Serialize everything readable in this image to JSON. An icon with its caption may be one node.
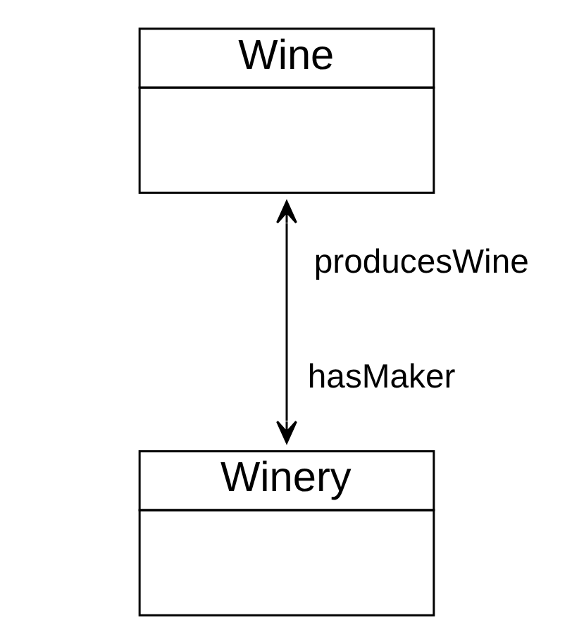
{
  "diagram": {
    "nodes": [
      {
        "text": [
          "Wine"
        ]
      },
      {
        "text": [
          "Winery"
        ]
      }
    ],
    "edges": [
      {
        "from": 0,
        "to": 1,
        "arrow": "both"
      }
    ],
    "labels": [
      "producesWine",
      "hasMaker"
    ]
  }
}
